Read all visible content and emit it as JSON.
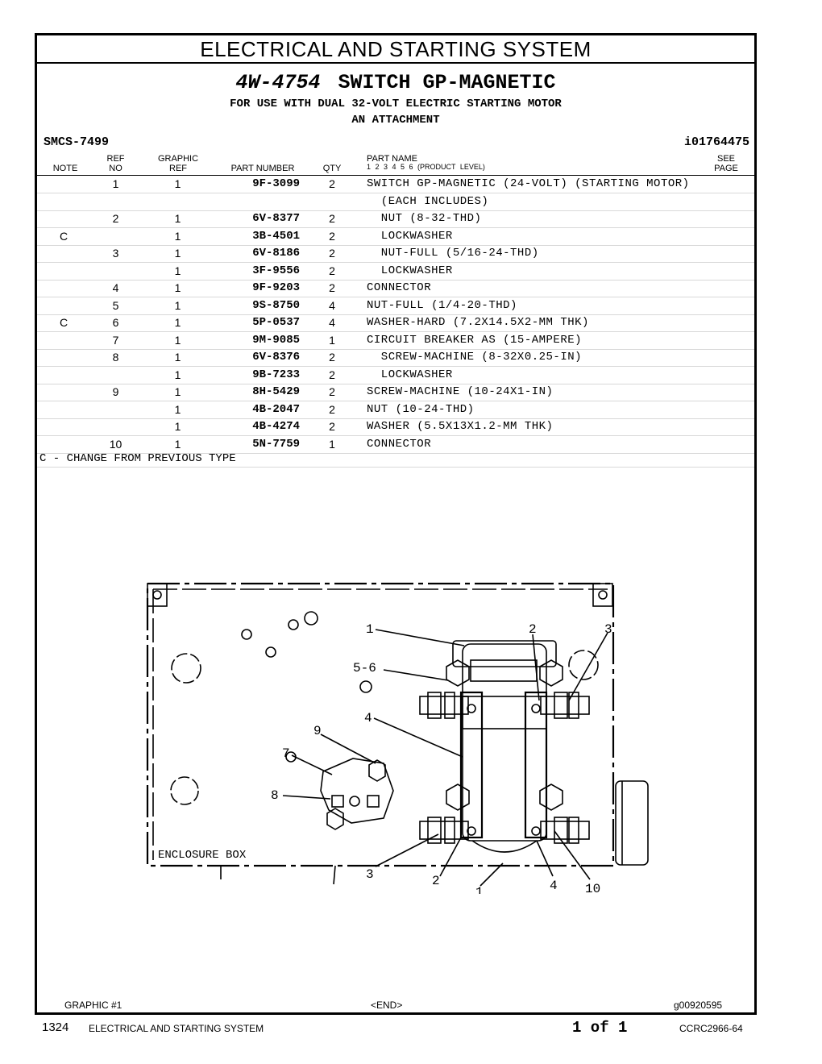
{
  "section_title": "ELECTRICAL AND STARTING SYSTEM",
  "group": {
    "part_number": "4W-4754",
    "name": "SWITCH GP-MAGNETIC",
    "line1": "FOR USE WITH DUAL 32-VOLT ELECTRIC STARTING MOTOR",
    "line2": "AN ATTACHMENT"
  },
  "smcs": "SMCS-7499",
  "illustration_ref": "i01764475",
  "columns": {
    "note": "NOTE",
    "ref_top": "REF",
    "ref_bottom": "NO",
    "graphic_top": "GRAPHIC",
    "graphic_bottom": "REF",
    "part_number": "PART NUMBER",
    "qty": "QTY",
    "part_name": "PART NAME",
    "product_level": "1 2 3 4 5 6 (PRODUCT LEVEL)",
    "see_top": "SEE",
    "see_bottom": "PAGE"
  },
  "rows": [
    {
      "note": "",
      "ref": "1",
      "graphic": "1",
      "part": "9F-3099",
      "qty": "2",
      "name": "SWITCH GP-MAGNETIC (24-VOLT) (STARTING MOTOR)"
    },
    {
      "note": "",
      "ref": "",
      "graphic": "",
      "part": "",
      "qty": "",
      "name": "  (EACH INCLUDES)"
    },
    {
      "note": "",
      "ref": "2",
      "graphic": "1",
      "part": "6V-8377",
      "qty": "2",
      "name": "  NUT (8-32-THD)"
    },
    {
      "note": "C",
      "ref": "",
      "graphic": "1",
      "part": "3B-4501",
      "qty": "2",
      "name": "  LOCKWASHER"
    },
    {
      "note": "",
      "ref": "3",
      "graphic": "1",
      "part": "6V-8186",
      "qty": "2",
      "name": "  NUT-FULL (5/16-24-THD)"
    },
    {
      "note": "",
      "ref": "",
      "graphic": "1",
      "part": "3F-9556",
      "qty": "2",
      "name": "  LOCKWASHER"
    },
    {
      "note": "",
      "ref": "4",
      "graphic": "1",
      "part": "9F-9203",
      "qty": "2",
      "name": "CONNECTOR"
    },
    {
      "note": "",
      "ref": "5",
      "graphic": "1",
      "part": "9S-8750",
      "qty": "4",
      "name": "NUT-FULL (1/4-20-THD)"
    },
    {
      "note": "C",
      "ref": "6",
      "graphic": "1",
      "part": "5P-0537",
      "qty": "4",
      "name": "WASHER-HARD (7.2X14.5X2-MM THK)"
    },
    {
      "note": "",
      "ref": "7",
      "graphic": "1",
      "part": "9M-9085",
      "qty": "1",
      "name": "CIRCUIT BREAKER AS (15-AMPERE)"
    },
    {
      "note": "",
      "ref": "8",
      "graphic": "1",
      "part": "6V-8376",
      "qty": "2",
      "name": "  SCREW-MACHINE (8-32X0.25-IN)"
    },
    {
      "note": "",
      "ref": "",
      "graphic": "1",
      "part": "9B-7233",
      "qty": "2",
      "name": "  LOCKWASHER"
    },
    {
      "note": "",
      "ref": "9",
      "graphic": "1",
      "part": "8H-5429",
      "qty": "2",
      "name": "SCREW-MACHINE (10-24X1-IN)"
    },
    {
      "note": "",
      "ref": "",
      "graphic": "1",
      "part": "4B-2047",
      "qty": "2",
      "name": "NUT (10-24-THD)"
    },
    {
      "note": "",
      "ref": "",
      "graphic": "1",
      "part": "4B-4274",
      "qty": "2",
      "name": "WASHER (5.5X13X1.2-MM THK)"
    },
    {
      "note": "",
      "ref": "10",
      "graphic": "1",
      "part": "5N-7759",
      "qty": "1",
      "name": "CONNECTOR"
    }
  ],
  "footnote": "C - CHANGE FROM PREVIOUS TYPE",
  "graphic": {
    "enclosure_label": "ENCLOSURE BOX",
    "callouts": [
      "1",
      "2",
      "3",
      "5-6",
      "4",
      "9",
      "7",
      "8",
      "3",
      "2",
      "1",
      "4",
      "10"
    ]
  },
  "graphic_footer": {
    "left": "GRAPHIC #1",
    "center": "<END>",
    "right": "g00920595"
  },
  "page_footer": {
    "page": "1324",
    "title": "ELECTRICAL AND STARTING SYSTEM",
    "of": "1 of 1",
    "doc": "CCRC2966-64"
  }
}
